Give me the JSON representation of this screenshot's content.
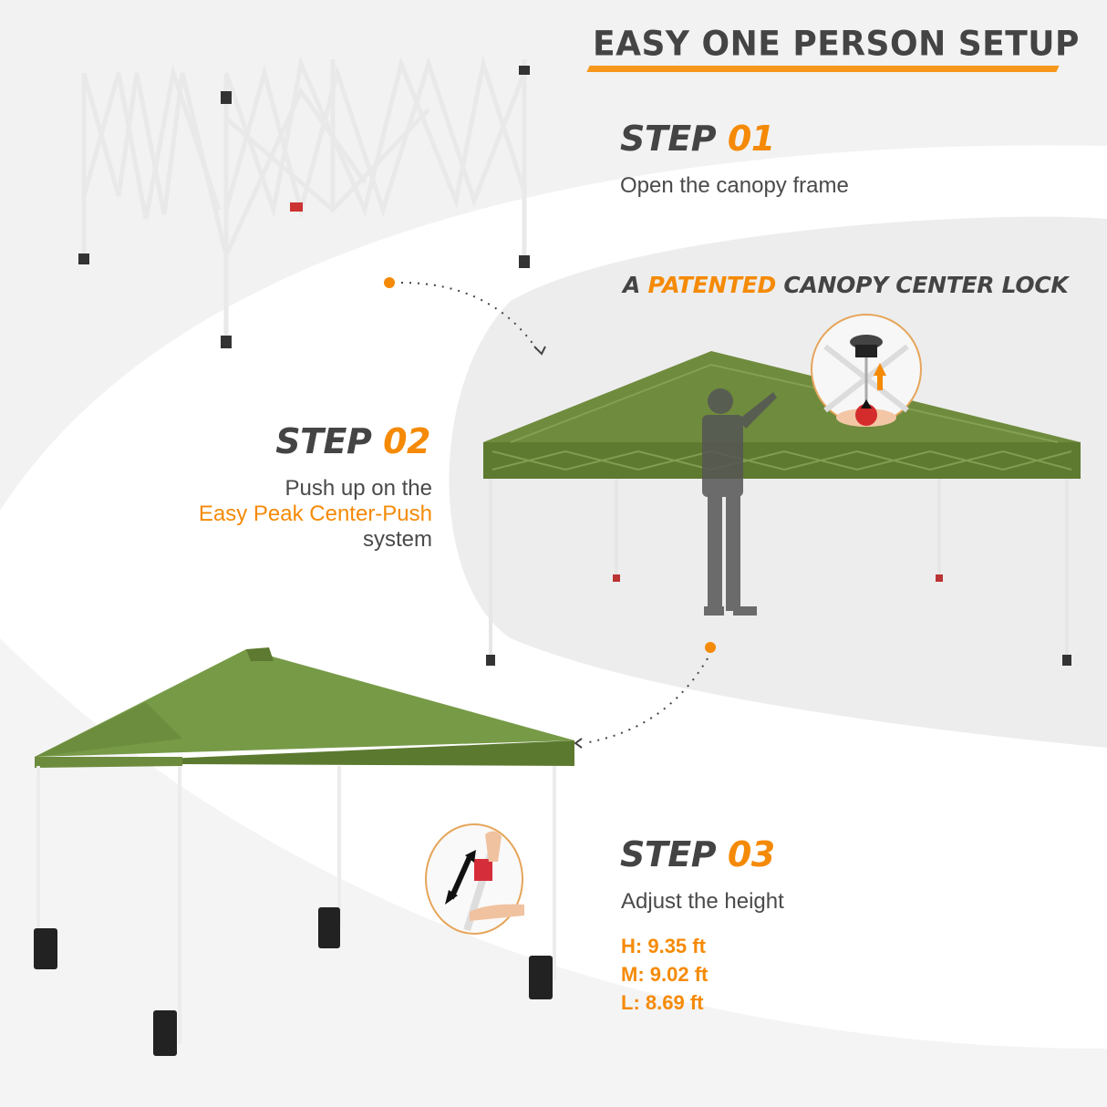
{
  "header": {
    "title": "EASY ONE PERSON SETUP",
    "accent_color": "#f7981d"
  },
  "steps": [
    {
      "label": "STEP",
      "number": "01",
      "description": "Open the canopy frame"
    },
    {
      "label": "STEP",
      "number": "02",
      "description_line1": "Push up on the",
      "description_highlight": "Easy Peak Center-Push",
      "description_line3": "system"
    },
    {
      "label": "STEP",
      "number": "03",
      "description": "Adjust the height",
      "heights": [
        {
          "label": "H:",
          "value": "9.35 ft"
        },
        {
          "label": "M:",
          "value": "9.02 ft"
        },
        {
          "label": "L:",
          "value": "8.69 ft"
        }
      ]
    }
  ],
  "feature": {
    "prefix": "A",
    "highlight": "PATENTED",
    "suffix": "CANOPY CENTER LOCK"
  },
  "colors": {
    "text_dark": "#444444",
    "accent_orange": "#f58a07",
    "canopy_green": "#6e8a3c",
    "canopy_green_dark": "#5a7330"
  },
  "icons": [
    "dotted-arrow-icon",
    "up-arrow-icon",
    "double-arrow-icon"
  ]
}
